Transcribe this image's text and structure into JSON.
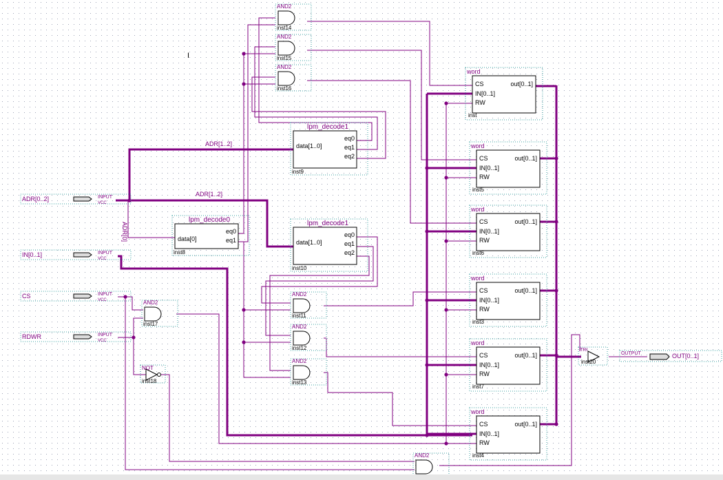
{
  "colors": {
    "background": "#ffffff",
    "grid_dot": "#9aa0b4",
    "wire": "#800080",
    "bus": "#800080",
    "box_dotted": "#3aa0a0",
    "gate": "#000000",
    "text": "#000000",
    "label_purple": "#800080",
    "pin_fill": "#dcdcdc"
  },
  "inputs": [
    {
      "name": "ADR[0..2]",
      "type": "INPUT",
      "sub": "VCC"
    },
    {
      "name": "IN[0..1]",
      "type": "INPUT",
      "sub": "VCC"
    },
    {
      "name": "CS",
      "type": "INPUT",
      "sub": "VCC"
    },
    {
      "name": "RDWR",
      "type": "INPUT",
      "sub": "VCC"
    }
  ],
  "output": {
    "name": "OUT[0..1]",
    "type": "OUTPUT"
  },
  "decoders": [
    {
      "title": "lpm_decode1",
      "inst": "inst9",
      "port_in": "data[1..0]",
      "outs": [
        "eq0",
        "eq1",
        "eq2"
      ]
    },
    {
      "title": "lpm_decode0",
      "inst": "inst8",
      "port_in": "data[0]",
      "outs": [
        "eq0",
        "eq1"
      ]
    },
    {
      "title": "lpm_decode1",
      "inst": "inst10",
      "port_in": "data[1..0]",
      "outs": [
        "eq0",
        "eq1",
        "eq2"
      ]
    }
  ],
  "words": [
    {
      "title": "word",
      "inst": "inst",
      "ports": [
        "CS",
        "IN[0..1]",
        "RW"
      ],
      "out": "out[0..1]"
    },
    {
      "title": "word",
      "inst": "inst5",
      "ports": [
        "CS",
        "IN[0..1]",
        "RW"
      ],
      "out": "out[0..1]"
    },
    {
      "title": "word",
      "inst": "inst6",
      "ports": [
        "CS",
        "IN[0..1]",
        "RW"
      ],
      "out": "out[0..1]"
    },
    {
      "title": "word",
      "inst": "inst3",
      "ports": [
        "CS",
        "IN[0..1]",
        "RW"
      ],
      "out": "out[0..1]"
    },
    {
      "title": "word",
      "inst": "inst7",
      "ports": [
        "CS",
        "IN[0..1]",
        "RW"
      ],
      "out": "out[0..1]"
    },
    {
      "title": "word",
      "inst": "inst4",
      "ports": [
        "CS",
        "IN[0..1]",
        "RW"
      ],
      "out": "out[0..1]"
    }
  ],
  "and_gates": [
    {
      "type": "AND2",
      "inst": "inst14"
    },
    {
      "type": "AND2",
      "inst": "inst15"
    },
    {
      "type": "AND2",
      "inst": "inst16"
    },
    {
      "type": "AND2",
      "inst": "inst11"
    },
    {
      "type": "AND2",
      "inst": "inst12"
    },
    {
      "type": "AND2",
      "inst": "inst13"
    },
    {
      "type": "AND2",
      "inst": "inst17"
    },
    {
      "type": "AND2",
      "inst": ""
    }
  ],
  "not_gate": {
    "type": "NOT",
    "inst": "inst18"
  },
  "tri": {
    "type": "TRI",
    "inst": "inst20"
  },
  "bus_labels": [
    "ADR[1..2]",
    "ADR[1..2]",
    "ADR[0]"
  ],
  "cursor_mark": "I"
}
